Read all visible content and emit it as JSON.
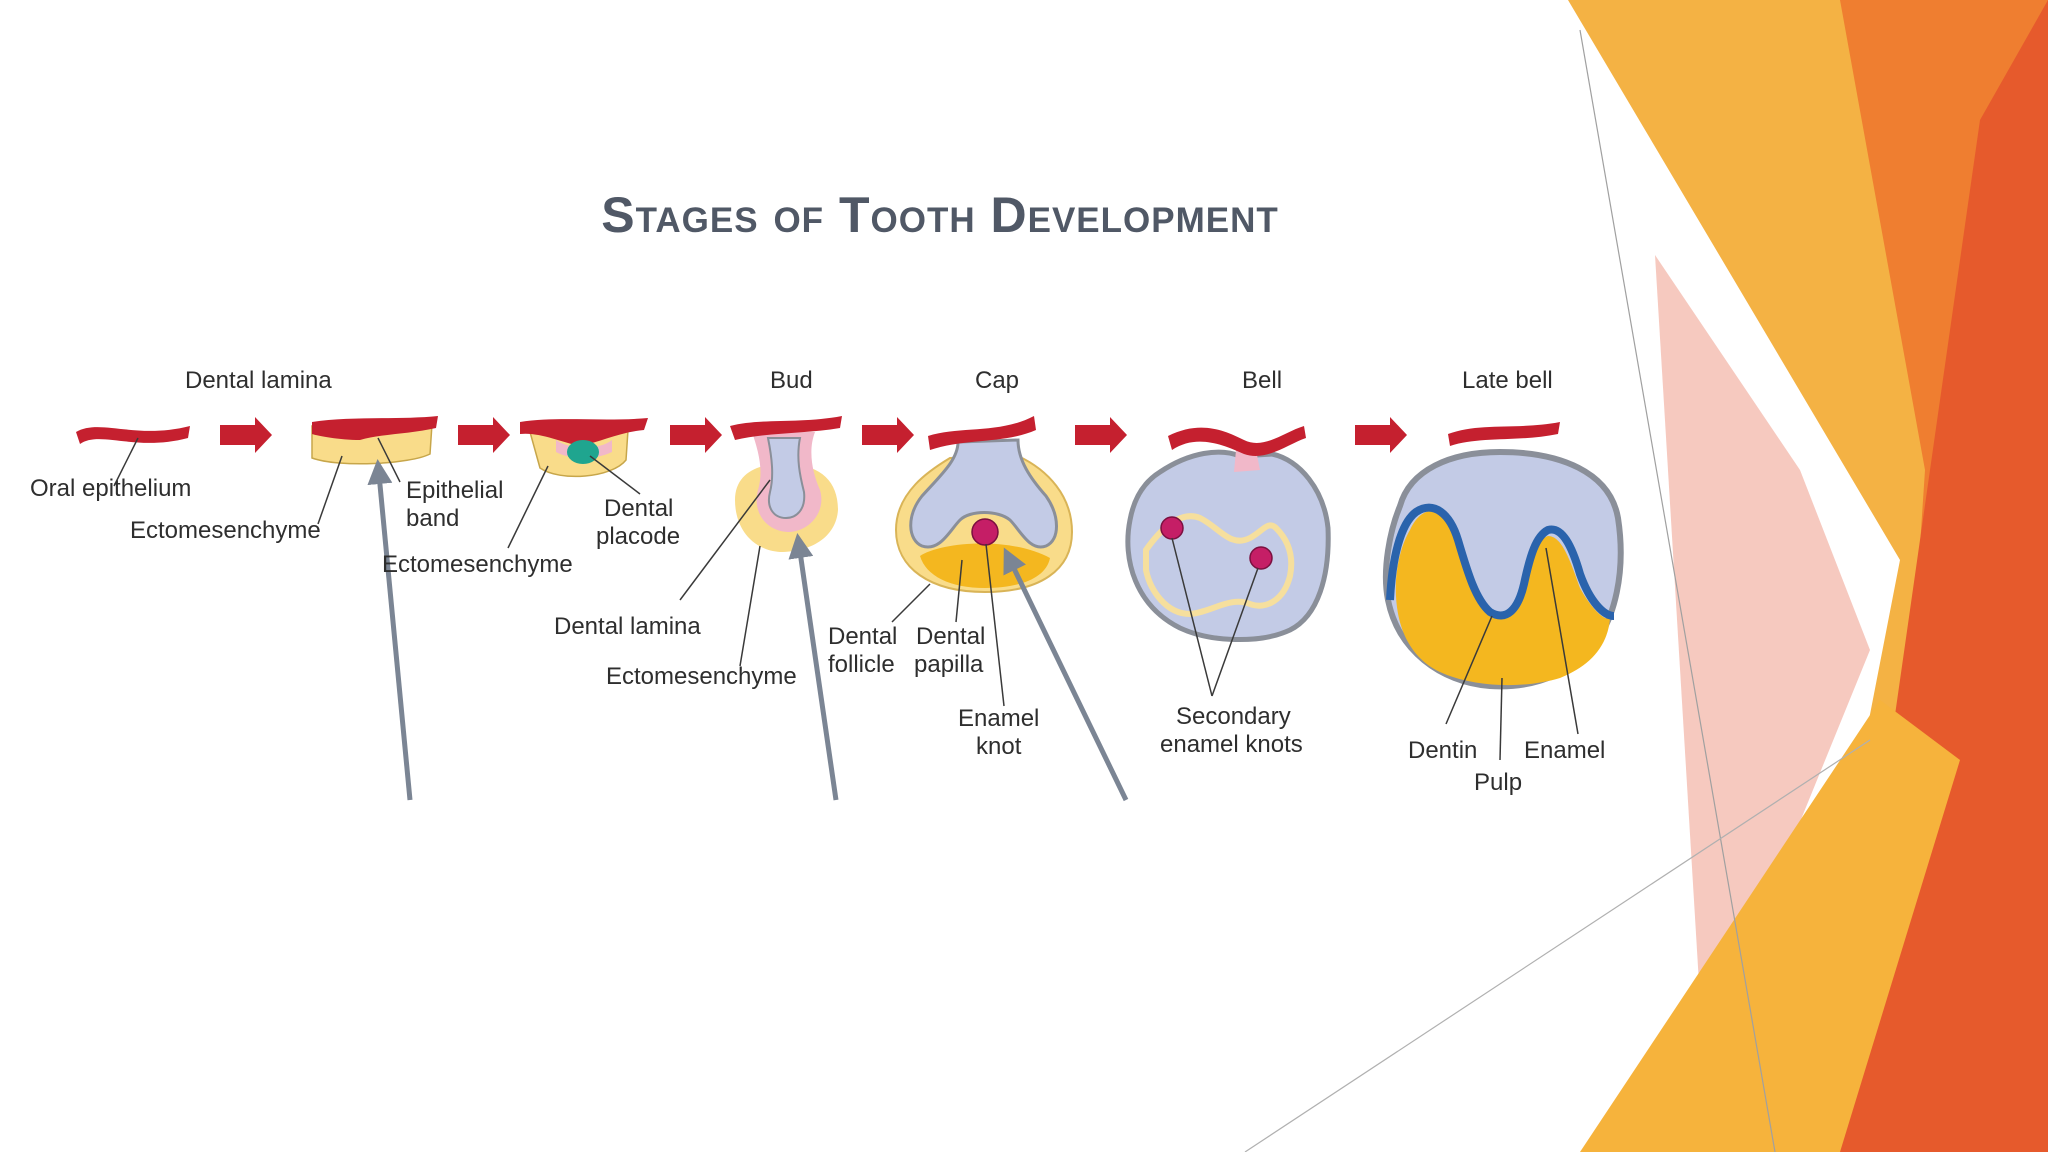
{
  "slide": {
    "title": "Stages of Tooth Development"
  },
  "diagram": {
    "stage_labels": {
      "dental_lamina": "Dental lamina",
      "bud": "Bud",
      "cap": "Cap",
      "bell": "Bell",
      "late_bell": "Late bell"
    },
    "labels": {
      "oral_epithelium": "Oral epithelium",
      "ectomesenchyme_1": "Ectomesenchyme",
      "epithelial_band_1": "Epithelial",
      "epithelial_band_2": "band",
      "ectomesenchyme_2": "Ectomesenchyme",
      "dental_placode_1": "Dental",
      "dental_placode_2": "placode",
      "dental_lamina_bud": "Dental lamina",
      "ectomesenchyme_3": "Ectomesenchyme",
      "dental_follicle_1": "Dental",
      "dental_follicle_2": "follicle",
      "dental_papilla_1": "Dental",
      "dental_papilla_2": "papilla",
      "enamel_knot_1": "Enamel",
      "enamel_knot_2": "knot",
      "secondary_knots_1": "Secondary",
      "secondary_knots_2": "enamel knots",
      "dentin": "Dentin",
      "enamel": "Enamel",
      "pulp": "Pulp"
    },
    "colors": {
      "epithelium": "#c5202f",
      "ectomesenchyme": "#f9dc8a",
      "papilla": "#f4b71f",
      "enamel_organ": "#c3cbe6",
      "inner_epithelium": "#f1b8c9",
      "placode": "#1fa58f",
      "knot": "#c51e66",
      "outline": "#8a8f99",
      "dentin": "#2a63ac",
      "arrow": "#7b8594"
    }
  },
  "decor": {
    "accent_colors": [
      "#f3a320",
      "#ef7e2e",
      "#e7552b",
      "#f4b6a6"
    ]
  }
}
